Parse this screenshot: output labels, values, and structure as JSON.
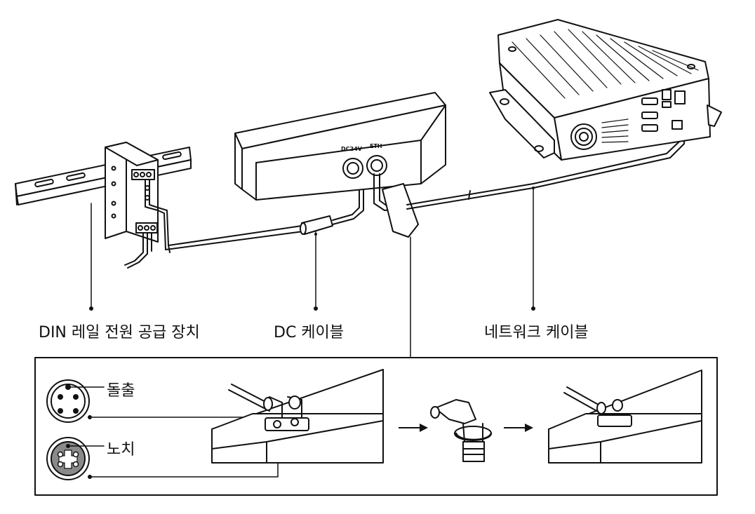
{
  "labels": {
    "din_power_supply": "DIN 레일 전원 공급 장치",
    "dc_cable": "DC 케이블",
    "network_cable": "네트워크 케이블"
  },
  "ports": {
    "dc24v": "DC24V",
    "eth": "ETH"
  },
  "detail": {
    "protrusion": "돌출",
    "notch": "노치"
  },
  "colors": {
    "line": "#111111",
    "connector_gray": "#8a8a8a"
  }
}
